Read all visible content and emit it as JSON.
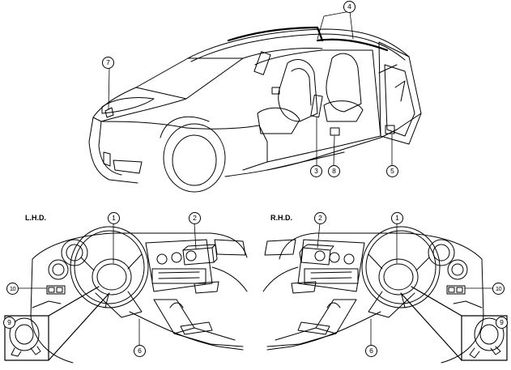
{
  "sections": {
    "lhd_label": "L.H.D.",
    "rhd_label": "R.H.D."
  },
  "callouts": {
    "c1": "1",
    "c2": "2",
    "c3": "3",
    "c4": "4",
    "c5": "5",
    "c6": "6",
    "c7": "7",
    "c8": "8",
    "c9": "9",
    "c10": "10"
  }
}
